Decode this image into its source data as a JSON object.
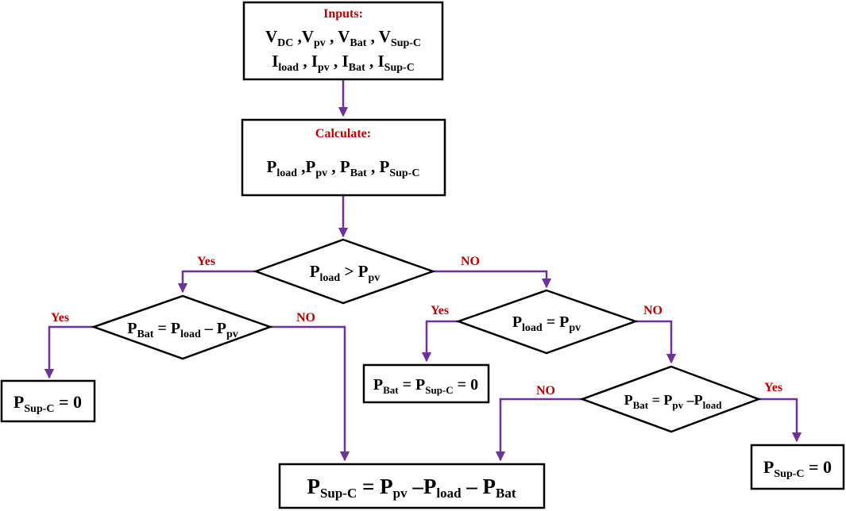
{
  "inputs": {
    "title": "Inputs:",
    "line1": [
      {
        "base": "V",
        "sub": "DC",
        "sep": " ,"
      },
      {
        "base": "V",
        "sub": "pv",
        "sep": " , "
      },
      {
        "base": "V",
        "sub": "Bat",
        "sep": " , "
      },
      {
        "base": "V",
        "sub": "Sup-C",
        "sep": ""
      }
    ],
    "line2": [
      {
        "base": "I",
        "sub": "load",
        "sep": " , "
      },
      {
        "base": "I",
        "sub": "pv",
        "sep": " , "
      },
      {
        "base": "I",
        "sub": "Bat",
        "sep": " , "
      },
      {
        "base": "I",
        "sub": "Sup-C",
        "sep": ""
      }
    ]
  },
  "calculate": {
    "title": "Calculate:",
    "line1": [
      {
        "base": "P",
        "sub": "load",
        "sep": " ,"
      },
      {
        "base": "P",
        "sub": "pv",
        "sep": " , "
      },
      {
        "base": "P",
        "sub": "Bat",
        "sep": " , "
      },
      {
        "base": "P",
        "sub": "Sup-C",
        "sep": ""
      }
    ]
  },
  "decision_load_gt_pv": [
    {
      "base": "P",
      "sub": "load",
      "sep": " > "
    },
    {
      "base": "P",
      "sub": "pv",
      "sep": ""
    }
  ],
  "decision_bat_eq": [
    {
      "base": "P",
      "sub": "Bat",
      "sep": " = "
    },
    {
      "base": "P",
      "sub": "load",
      "sep": " – "
    },
    {
      "base": "P",
      "sub": "pv",
      "sep": ""
    }
  ],
  "decision_load_eq_pv": [
    {
      "base": "P",
      "sub": "load",
      "sep": " = "
    },
    {
      "base": "P",
      "sub": "pv",
      "sep": ""
    }
  ],
  "decision_bat_pv_load": [
    {
      "base": "P",
      "sub": "Bat",
      "sep": " = "
    },
    {
      "base": "P",
      "sub": "pv",
      "sep": " –"
    },
    {
      "base": "P",
      "sub": "load",
      "sep": ""
    }
  ],
  "result_left_supc": [
    {
      "base": "P",
      "sub": "Sup-C",
      "sep": " = 0"
    }
  ],
  "result_bat_supc_zero": [
    {
      "base": "P",
      "sub": "Bat",
      "sep": " = "
    },
    {
      "base": "P",
      "sub": "Sup-C",
      "sep": " = 0"
    }
  ],
  "result_right_supc": [
    {
      "base": "P",
      "sub": "Sup-C",
      "sep": " = 0"
    }
  ],
  "result_supc_formula": [
    {
      "base": "P",
      "sub": "Sup-C",
      "sep": " = "
    },
    {
      "base": "P",
      "sub": "pv",
      "sep": " –"
    },
    {
      "base": "P",
      "sub": "load",
      "sep": " – "
    },
    {
      "base": "P",
      "sub": "Bat",
      "sep": ""
    }
  ],
  "branch_labels": {
    "yes1": "Yes",
    "no1": "NO",
    "yes2": "Yes",
    "no2": "NO",
    "yes3": "Yes",
    "no3": "NO",
    "no4": "NO",
    "yes4": "Yes"
  },
  "colors": {
    "connector": "#7030a0",
    "label_red": "#c00000",
    "box_stroke": "#000000"
  }
}
